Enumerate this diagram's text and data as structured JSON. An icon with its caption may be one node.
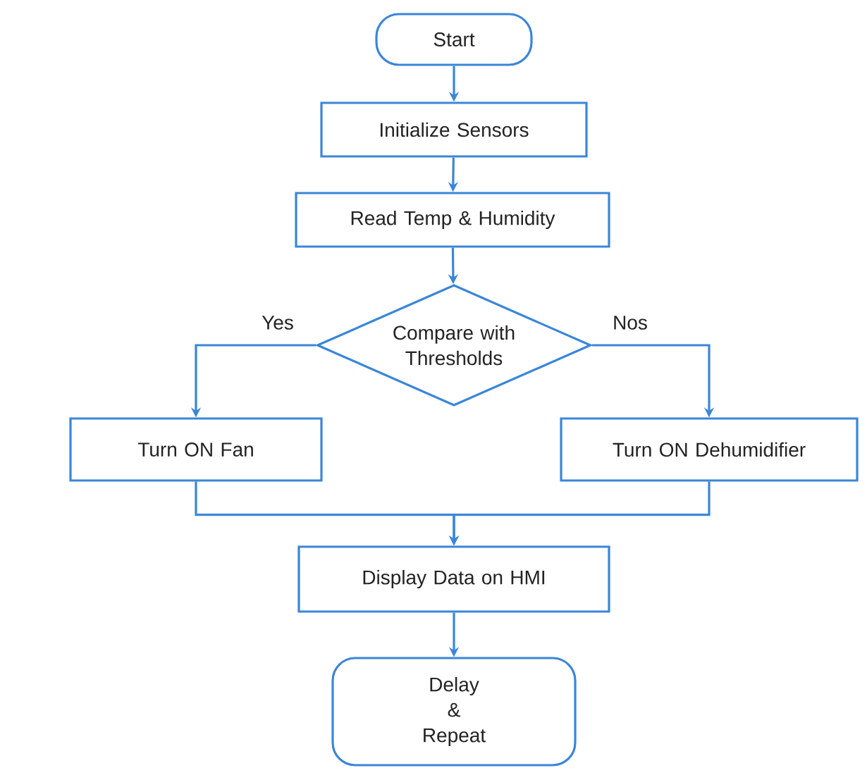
{
  "diagram": {
    "nodes": [
      {
        "text": [
          "Start"
        ]
      },
      {
        "text": [
          "Initialize Sensors"
        ]
      },
      {
        "text": [
          "Read Temp & Humidity"
        ]
      },
      {
        "text": [
          "Compare with Thresholds"
        ]
      },
      {
        "text": [
          "Turn ON Fan"
        ]
      },
      {
        "text": [
          "Turn ON Dehumidifier"
        ]
      },
      {
        "text": [
          "Display Data on HMI"
        ]
      },
      {
        "text": [
          "Delay & Repeat"
        ]
      }
    ],
    "edges": [
      {
        "from": 0,
        "to": 1,
        "arrow": "to"
      },
      {
        "from": 1,
        "to": 2,
        "arrow": "to"
      },
      {
        "from": 2,
        "to": 3,
        "arrow": "to"
      },
      {
        "from": 3,
        "to": 4,
        "arrow": "to",
        "label": "Yes"
      },
      {
        "from": 3,
        "to": 5,
        "arrow": "to",
        "label": "Nos"
      },
      {
        "from": 4,
        "to": 6,
        "arrow": "to"
      },
      {
        "from": 5,
        "to": 6,
        "arrow": "to"
      },
      {
        "from": 6,
        "to": 7,
        "arrow": "to"
      }
    ]
  }
}
